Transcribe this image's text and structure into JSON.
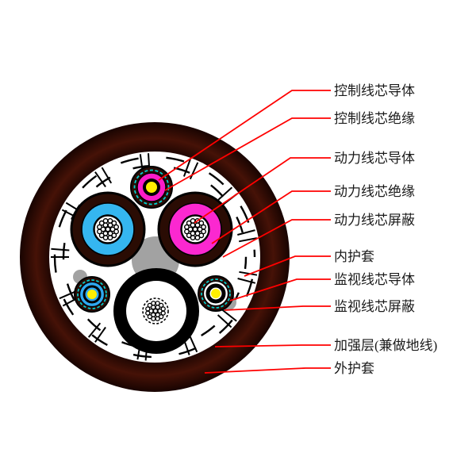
{
  "diagram_title": "cable-cross-section-diagram",
  "labels": [
    {
      "text": "控制线芯导体"
    },
    {
      "text": "控制线芯绝缘"
    },
    {
      "text": "动力线芯导体"
    },
    {
      "text": "动力线芯绝缘"
    },
    {
      "text": "动力线芯屏蔽"
    },
    {
      "text": "内护套"
    },
    {
      "text": "监视线芯导体"
    },
    {
      "text": "监视线芯屏蔽"
    },
    {
      "text": "加强层(兼做地线)"
    },
    {
      "text": "外护套"
    }
  ],
  "colors": {
    "leader_red": "#ff0000",
    "sheath_dark": "#180401",
    "sheath_red": "#461207",
    "core_shield_brown": "#2a0c04",
    "filler_grey": "#a2a2a2",
    "power_insulation_cyan": "#35b6f0",
    "power_insulation_magenta": "#fb28d0",
    "control_insulation_magenta": "#fb1cc8",
    "monitor_insulation_blue": "#2fa8f0",
    "conductor_yellow": "#ffee00",
    "screen_dash_cyan": "#00d2d2",
    "armor_black": "#000000",
    "text_color": "#1b1b1b"
  }
}
